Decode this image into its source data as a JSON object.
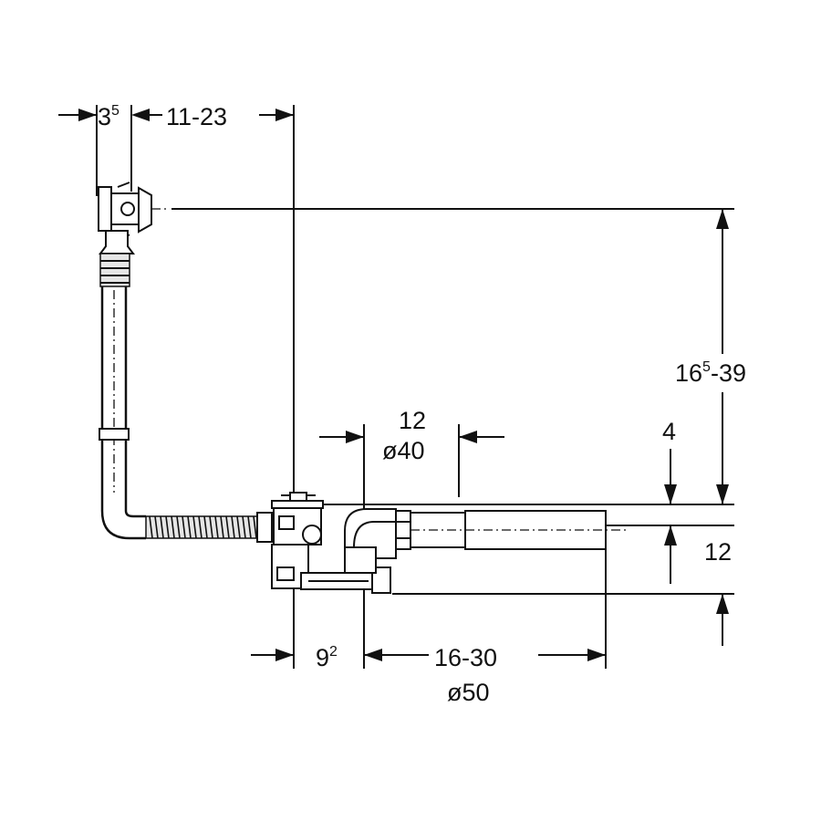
{
  "dimensions": {
    "left_offset": {
      "base": "3",
      "sup": "5"
    },
    "overflow_spacing": "11-23",
    "height_range": {
      "base": "16",
      "sup": "5",
      "rest": "-39"
    },
    "inlet_length": "12",
    "inlet_diameter": "ø40",
    "rim_depth": "4",
    "outlet_height": "12",
    "trap_offset": {
      "base": "9",
      "sup": "2"
    },
    "outlet_length": "16-30",
    "outlet_diameter": "ø50"
  },
  "colors": {
    "line": "#111111",
    "background": "#ffffff"
  }
}
